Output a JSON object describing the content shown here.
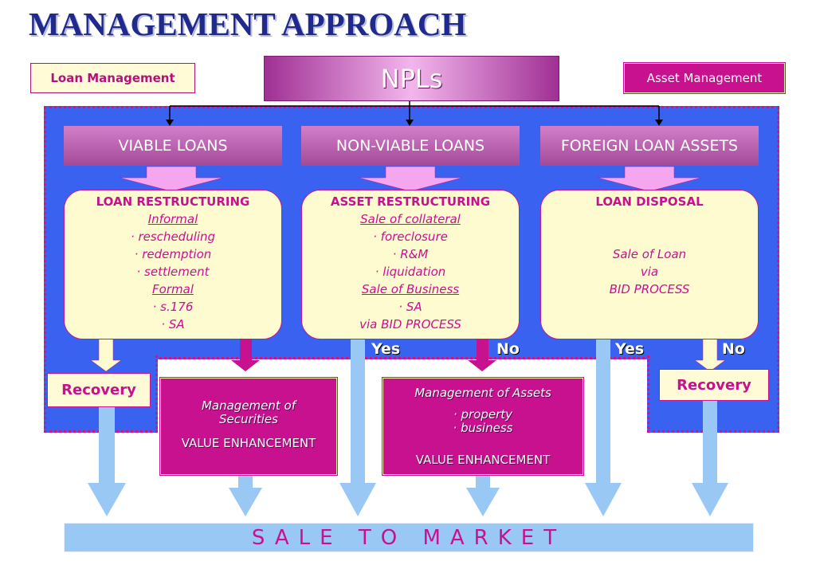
{
  "title": "MANAGEMENT APPROACH",
  "tags": {
    "loan": "Loan Management",
    "asset": "Asset Management"
  },
  "root": "NPLs",
  "categories": [
    {
      "label": "VIABLE LOANS"
    },
    {
      "label": "NON-VIABLE LOANS"
    },
    {
      "label": "FOREIGN LOAN ASSETS"
    }
  ],
  "boxes": {
    "loan_restructuring": {
      "heading": "LOAN RESTRUCTURING",
      "informal": "Informal",
      "items_informal": [
        "· rescheduling",
        "· redemption",
        "· settlement"
      ],
      "formal": "Formal",
      "items_formal": [
        "· s.176",
        "· SA"
      ]
    },
    "asset_restructuring": {
      "heading": "ASSET RESTRUCTURING",
      "collateral": "Sale of collateral",
      "items_collateral": [
        "· foreclosure",
        "· R&M",
        "· liquidation"
      ],
      "business": "Sale of Business",
      "items_business": [
        "· SA"
      ],
      "via": "via BID PROCESS"
    },
    "loan_disposal": {
      "heading": "LOAN DISPOSAL",
      "lines": [
        "Sale of Loan",
        "via",
        "BID PROCESS"
      ]
    }
  },
  "decisions": {
    "yes": "Yes",
    "no": "No"
  },
  "recovery": "Recovery",
  "mgmt_securities": {
    "title": "Management of Securities",
    "value": "VALUE ENHANCEMENT"
  },
  "mgmt_assets": {
    "title": "Management of Assets",
    "items": [
      "· property",
      "· business"
    ],
    "value": "VALUE ENHANCEMENT"
  },
  "sale": "SALE TO MARKET",
  "colors": {
    "magenta": "#c8118f",
    "blue_panel": "#3a62f0",
    "cream": "#fffbd0",
    "light_blue": "#99c8f4",
    "pink_arrow": "#f4a6ee"
  }
}
